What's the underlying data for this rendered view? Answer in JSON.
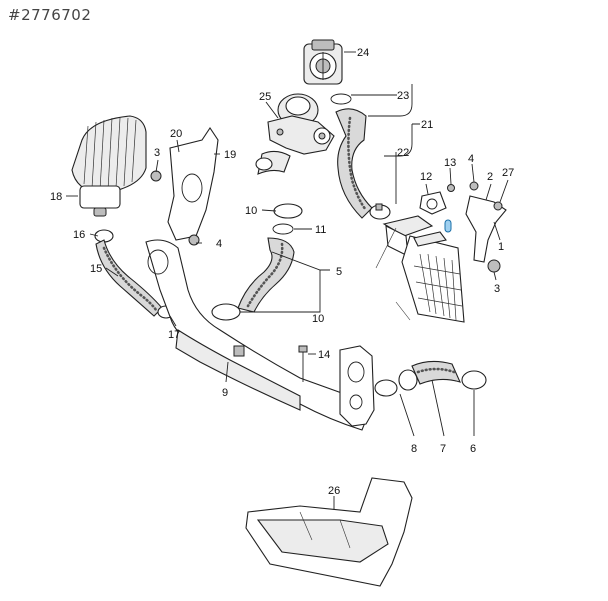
{
  "reference_id": "#2776702",
  "callouts": [
    {
      "id": "c1",
      "label": "24"
    },
    {
      "id": "c2",
      "label": "25"
    },
    {
      "id": "c3",
      "label": "23"
    },
    {
      "id": "c4",
      "label": "21"
    },
    {
      "id": "c5",
      "label": "22"
    },
    {
      "id": "c6",
      "label": "20"
    },
    {
      "id": "c7",
      "label": "3"
    },
    {
      "id": "c8",
      "label": "19"
    },
    {
      "id": "c9",
      "label": "18"
    },
    {
      "id": "c10",
      "label": "16"
    },
    {
      "id": "c11",
      "label": "4"
    },
    {
      "id": "c12",
      "label": "15"
    },
    {
      "id": "c13",
      "label": "10"
    },
    {
      "id": "c14",
      "label": "11"
    },
    {
      "id": "c15",
      "label": "5"
    },
    {
      "id": "c16",
      "label": "10"
    },
    {
      "id": "c17",
      "label": "17"
    },
    {
      "id": "c18",
      "label": "14"
    },
    {
      "id": "c19",
      "label": "9"
    },
    {
      "id": "c20",
      "label": "12"
    },
    {
      "id": "c21",
      "label": "13"
    },
    {
      "id": "c22",
      "label": "4"
    },
    {
      "id": "c23",
      "label": "2"
    },
    {
      "id": "c24",
      "label": "27"
    },
    {
      "id": "c25",
      "label": "1"
    },
    {
      "id": "c26",
      "label": "3"
    },
    {
      "id": "c27",
      "label": "8"
    },
    {
      "id": "c28",
      "label": "7"
    },
    {
      "id": "c29",
      "label": "6"
    },
    {
      "id": "c30",
      "label": "26"
    }
  ]
}
